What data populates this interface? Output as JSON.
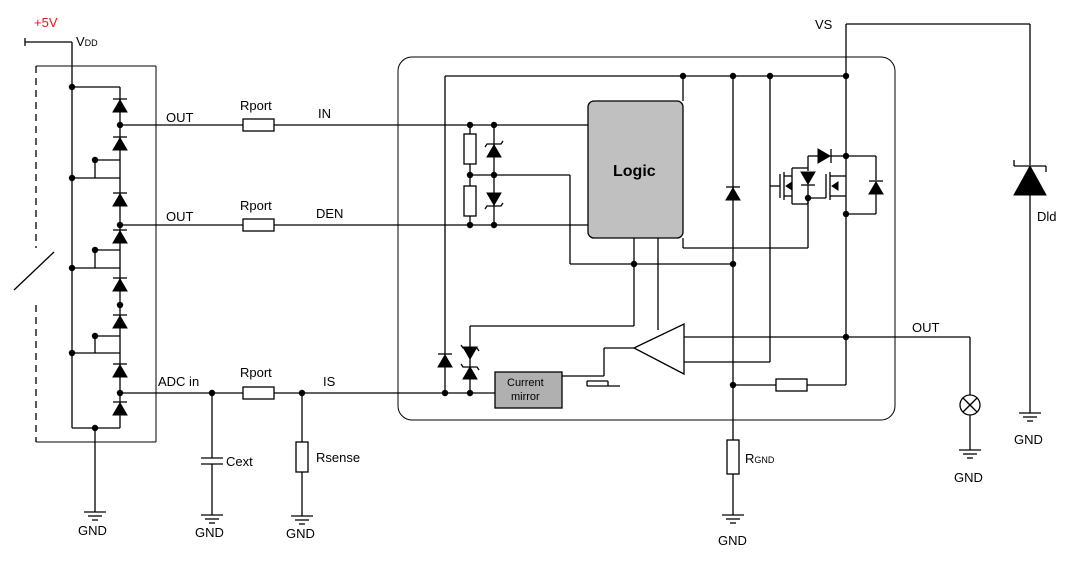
{
  "labels": {
    "supply": "+5V",
    "vdd_main": "V",
    "vdd_sub": "DD",
    "out1": "OUT",
    "out2": "OUT",
    "adc_in": "ADC in",
    "rport1": "Rport",
    "rport2": "Rport",
    "rport3": "Rport",
    "in": "IN",
    "den": "DEN",
    "is": "IS",
    "cext": "Cext",
    "rsense": "Rsense",
    "logic": "Logic",
    "mirror_line1": "Current",
    "mirror_line2": "mirror",
    "vs": "VS",
    "out_load": "OUT",
    "rgnd_main": "R",
    "rgnd_sub": "GND",
    "dld": "Dld",
    "gnd1": "GND",
    "gnd2": "GND",
    "gnd3": "GND",
    "gnd4": "GND",
    "gnd5": "GND",
    "gnd6": "GND"
  },
  "colors": {
    "wire": "#000000",
    "logic_fill": "#c0c0c0",
    "mirror_fill": "#b0b0b0",
    "supply_label": "#e8161b"
  }
}
